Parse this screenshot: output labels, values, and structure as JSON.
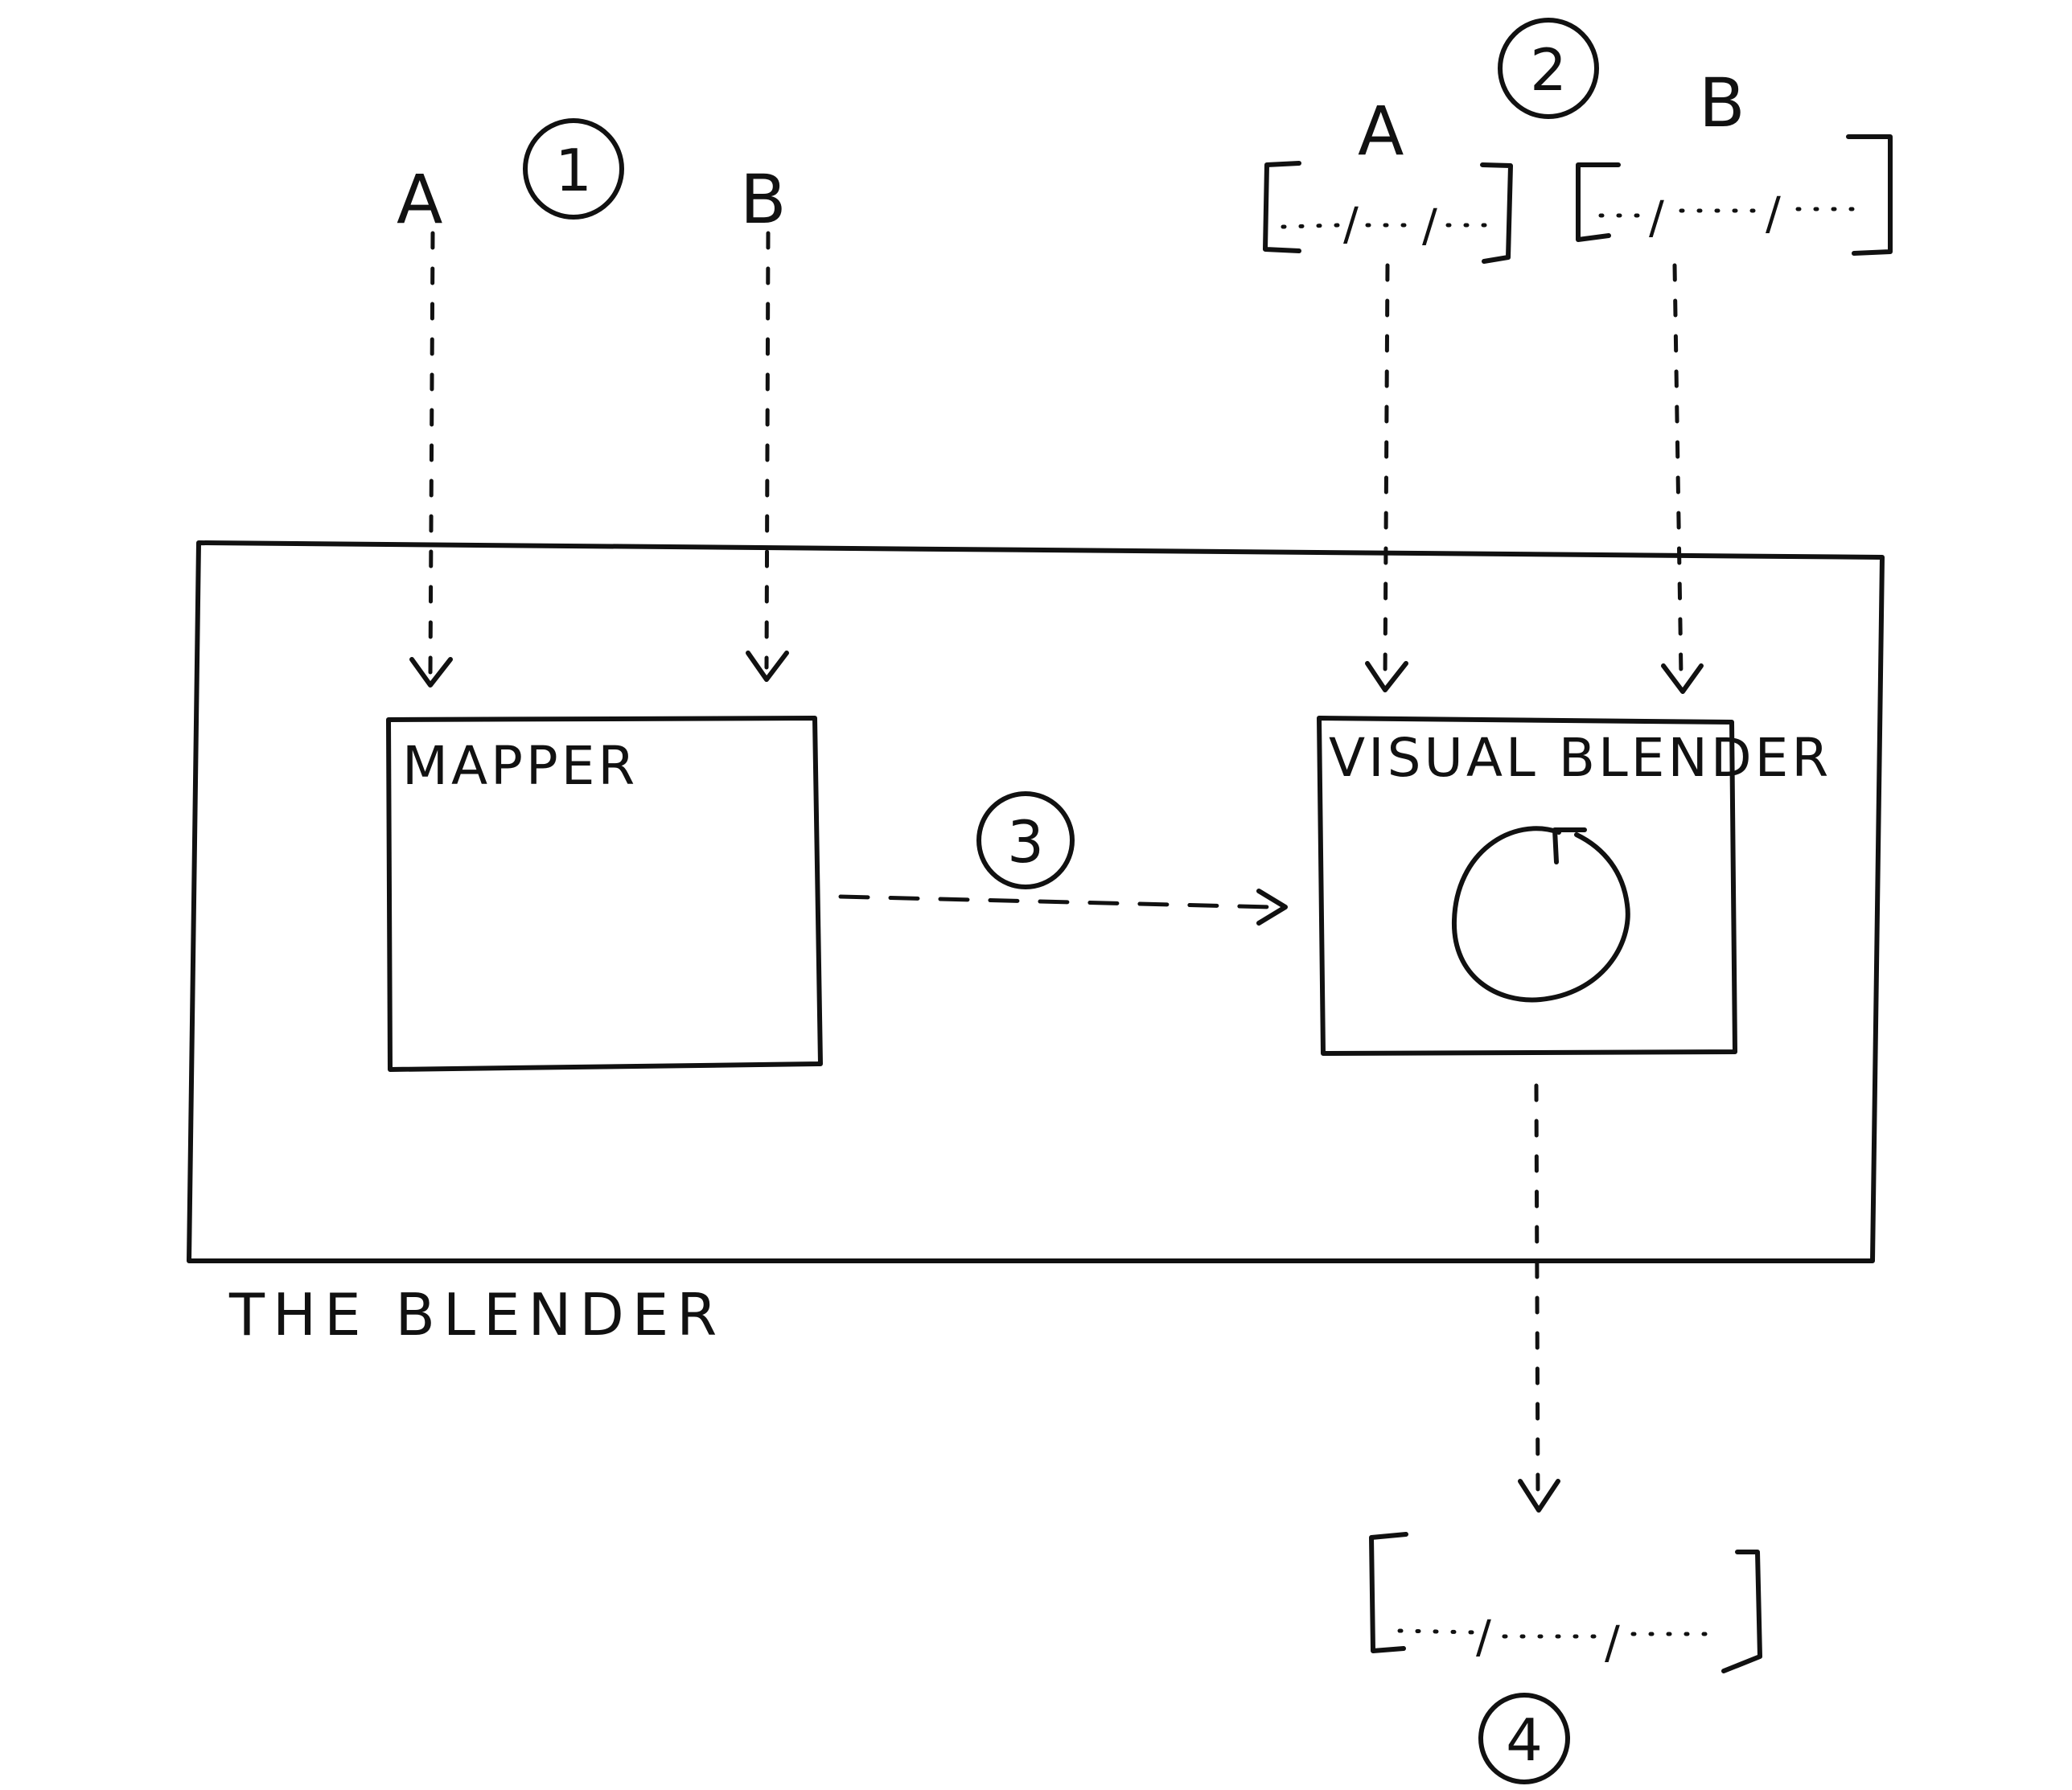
{
  "step_markers": {
    "one": "1",
    "two": "2",
    "three": "3",
    "four": "4"
  },
  "inputs_group_1": {
    "a_label": "A",
    "b_label": "B"
  },
  "inputs_group_2": {
    "a_label": "A",
    "b_label": "B"
  },
  "blender": {
    "caption": "THE BLENDER",
    "mapper_label": "MAPPER",
    "visual_blender_label": "VISUAL BLENDER"
  },
  "list_glyphs": {
    "comma": "/"
  },
  "colors": {
    "ink": "#111111",
    "paper": "#ffffff"
  }
}
